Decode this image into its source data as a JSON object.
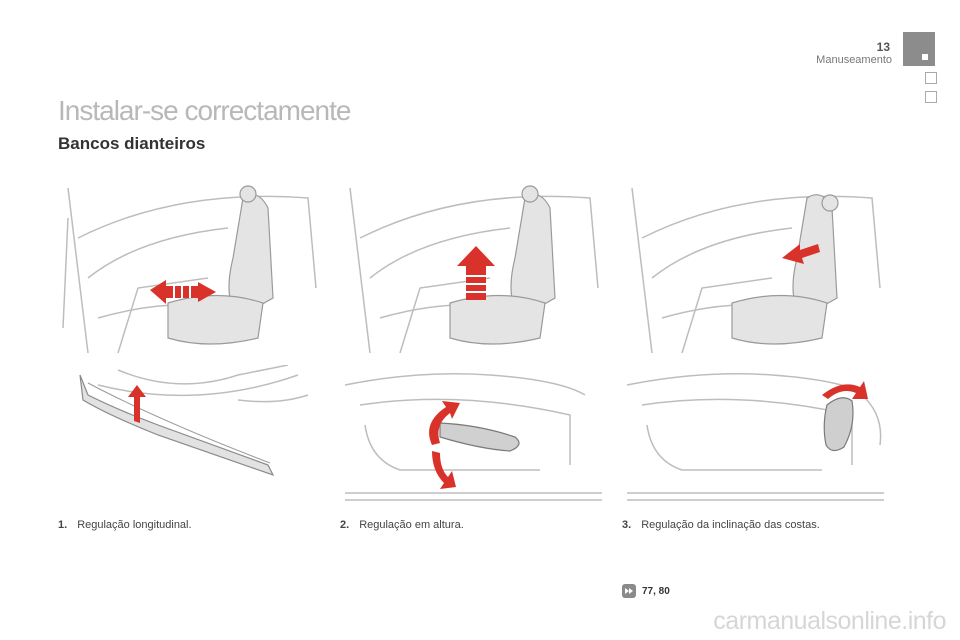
{
  "header": {
    "page_number": "13",
    "section": "Manuseamento"
  },
  "title": "Instalar-se correctamente",
  "subtitle": "Bancos dianteiros",
  "panels": [
    {
      "number": "1.",
      "caption": "Regulação longitudinal."
    },
    {
      "number": "2.",
      "caption": "Regulação em altura."
    },
    {
      "number": "3.",
      "caption": "Regulação da inclinação das costas."
    }
  ],
  "reference": {
    "icon": "page-reference-icon",
    "pages": "77, 80"
  },
  "watermark": "carmanualsonline.info",
  "colors": {
    "accent_red": "#d8322a",
    "tab_gray": "#8c8c8c",
    "title_gray": "#b8b8b8"
  }
}
